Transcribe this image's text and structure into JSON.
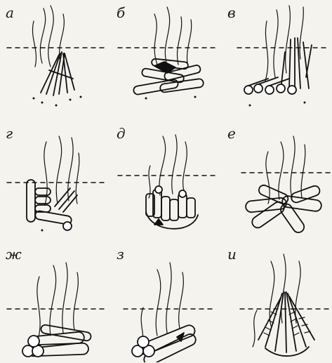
{
  "panels": [
    {
      "id": "a",
      "label": "а"
    },
    {
      "id": "b",
      "label": "б"
    },
    {
      "id": "v",
      "label": "в"
    },
    {
      "id": "g",
      "label": "г"
    },
    {
      "id": "d",
      "label": "д"
    },
    {
      "id": "e",
      "label": "е"
    },
    {
      "id": "zh",
      "label": "ж"
    },
    {
      "id": "z",
      "label": "з"
    },
    {
      "id": "i",
      "label": "и"
    }
  ]
}
